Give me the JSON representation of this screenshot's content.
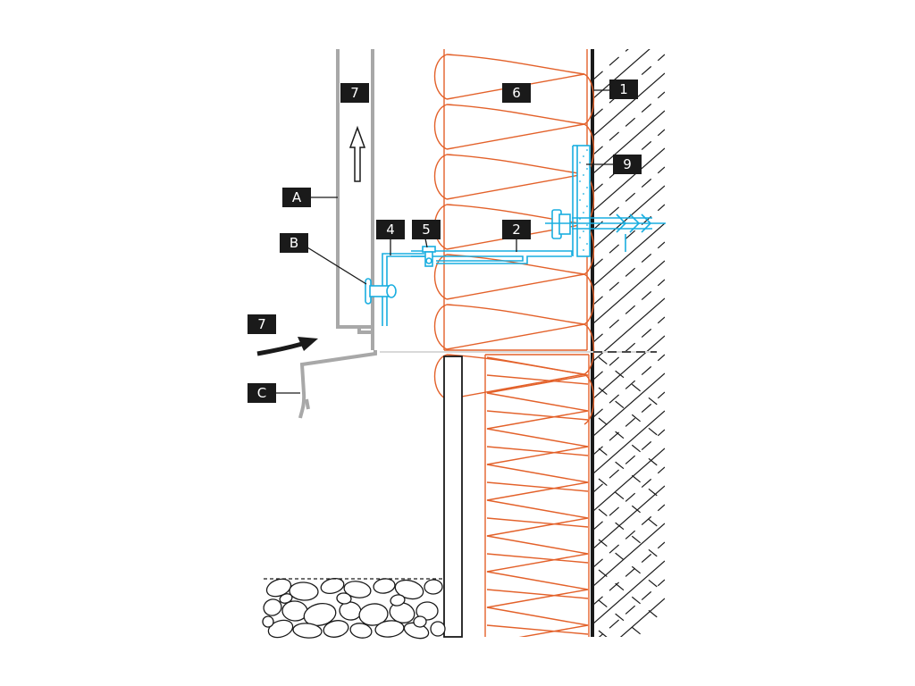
{
  "diagram": {
    "labels": {
      "n1": "1",
      "n2": "2",
      "n4": "4",
      "n5": "5",
      "n6": "6",
      "n7_top": "7",
      "n7_side": "7",
      "n9": "9",
      "A": "A",
      "B": "B",
      "C": "C"
    },
    "colors": {
      "insulation": "#e3612a",
      "fixings": "#19aee0",
      "cladding": "#a8a8a8",
      "lines": "#1a1a1a"
    }
  }
}
